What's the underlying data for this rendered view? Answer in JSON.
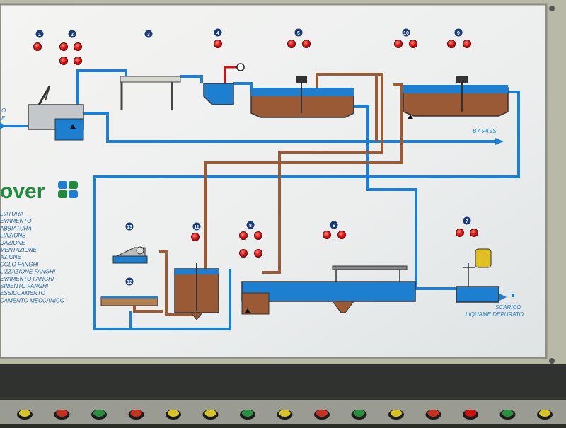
{
  "brand": {
    "name": "over",
    "color": "#1f8a3c"
  },
  "colors": {
    "water": "#1e7fd0",
    "sludge": "#9a5a36",
    "lamp": "#d81818",
    "pipe_red": "#d01010"
  },
  "indicators": [
    {
      "num": "1"
    },
    {
      "num": "2"
    },
    {
      "num": "3"
    },
    {
      "num": "4"
    },
    {
      "num": "5"
    },
    {
      "num": "10"
    },
    {
      "num": "9"
    },
    {
      "num": "13"
    },
    {
      "num": "11"
    },
    {
      "num": "8"
    },
    {
      "num": "6"
    },
    {
      "num": "7"
    },
    {
      "num": "12"
    }
  ],
  "labels": {
    "inlet_top": "O",
    "inlet_bottom": "E",
    "bypass": "BY PASS",
    "discharge_1": "SCARICO",
    "discharge_2": "LIQUAME DEPURATO"
  },
  "legend": [
    "LIATURA",
    "EVAMENTO",
    "ABBIATURA",
    "LIAZIONE",
    "DAZIONE",
    "MENTAZIONE",
    "AZIONE",
    "COLO FANGHI",
    "LIZZAZIONE FANGHI",
    "EVAMENTO FANGHI",
    "SIMENTO FANGHI",
    "ESSICCAMENTO",
    "CAMENTO MECCANICO"
  ],
  "footer_lamps": [
    {
      "color": "#d8c420"
    },
    {
      "color": "#c83020"
    },
    {
      "color": "#2a9040"
    },
    {
      "color": "#c83020"
    },
    {
      "color": "#d8c420"
    },
    {
      "color": "#d8c420"
    },
    {
      "color": "#2a9040"
    },
    {
      "color": "#d8c420"
    },
    {
      "color": "#c83020"
    },
    {
      "color": "#2a9040"
    },
    {
      "color": "#d8c420"
    },
    {
      "color": "#c83020"
    },
    {
      "color": "#d01010"
    },
    {
      "color": "#2a9040"
    },
    {
      "color": "#d8c420"
    }
  ]
}
